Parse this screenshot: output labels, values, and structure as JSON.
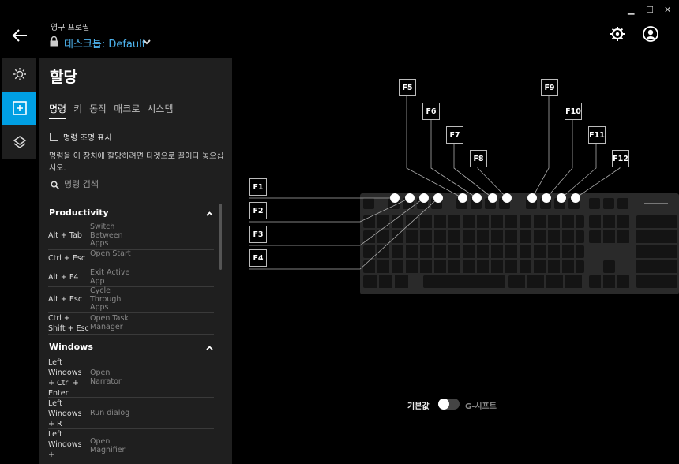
{
  "window": {
    "minimize": "▁",
    "maximize": "☐",
    "close": "✕"
  },
  "header": {
    "profile_label": "영구 프로필",
    "profile_name": "데스크톱: Default"
  },
  "panel": {
    "title": "할당",
    "tabs": [
      "명령",
      "키",
      "동작",
      "매크로",
      "시스템"
    ],
    "checkbox_label": "명령 조명 표시",
    "help_text": "명령을 이 장치에 할당하려면 타겟으로 끌어다 놓으십시오.",
    "search_placeholder": "명령 검색",
    "sections": [
      {
        "title": "Productivity",
        "items": [
          {
            "keys": "Alt + Tab",
            "action": "Switch Between Apps"
          },
          {
            "keys": "Ctrl + Esc",
            "action": "Open Start"
          },
          {
            "keys": "Alt + F4",
            "action": "Exit Active App"
          },
          {
            "keys": "Alt + Esc",
            "action": "Cycle Through Apps"
          },
          {
            "keys": "Ctrl + Shift + Esc",
            "action": "Open Task Manager"
          }
        ]
      },
      {
        "title": "Windows",
        "items": [
          {
            "keys": "Left Windows + Ctrl + Enter",
            "action": "Open Narrator"
          },
          {
            "keys": "Left Windows + R",
            "action": "Run dialog"
          },
          {
            "keys": "Left Windows +",
            "action": "Open Magnifier"
          }
        ]
      }
    ]
  },
  "fkeys": [
    "F1",
    "F2",
    "F3",
    "F4",
    "F5",
    "F6",
    "F7",
    "F8",
    "F9",
    "F10",
    "F11",
    "F12"
  ],
  "toggle": {
    "left_label": "기본값",
    "right_label": "G-시프트",
    "state": "off"
  },
  "colors": {
    "accent": "#009fe3",
    "profile_text": "#4fb5f0",
    "panel_bg": "#1f1f1f"
  }
}
